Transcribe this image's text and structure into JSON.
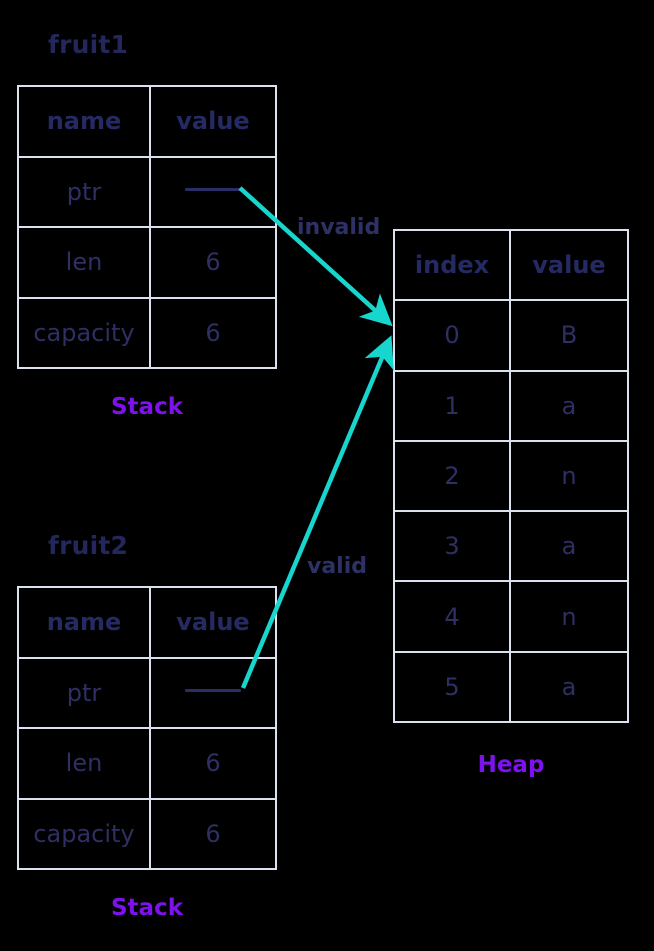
{
  "colors": {
    "background": "#000000",
    "table_border": "#dbe1ef",
    "text_navy": "#2e2f62",
    "title_navy": "#24275c",
    "label_purple": "#7d12ee",
    "arrow_teal": "#17d6ce",
    "ptr_dash": "#2b2d66"
  },
  "stack_section": {
    "label": "Stack"
  },
  "heap_section": {
    "label": "Heap"
  },
  "fruit1": {
    "title": "fruit1",
    "headers": [
      "name",
      "value"
    ],
    "rows": [
      {
        "name": "ptr",
        "value": ""
      },
      {
        "name": "len",
        "value": "6"
      },
      {
        "name": "capacity",
        "value": "6"
      }
    ],
    "section_label": "Stack"
  },
  "fruit2": {
    "title": "fruit2",
    "headers": [
      "name",
      "value"
    ],
    "rows": [
      {
        "name": "ptr",
        "value": ""
      },
      {
        "name": "len",
        "value": "6"
      },
      {
        "name": "capacity",
        "value": "6"
      }
    ],
    "section_label": "Stack"
  },
  "heap": {
    "headers": [
      "index",
      "value"
    ],
    "rows": [
      {
        "index": "0",
        "value": "B"
      },
      {
        "index": "1",
        "value": "a"
      },
      {
        "index": "2",
        "value": "n"
      },
      {
        "index": "3",
        "value": "a"
      },
      {
        "index": "4",
        "value": "n"
      },
      {
        "index": "5",
        "value": "a"
      }
    ],
    "section_label": "Heap"
  },
  "arrows": [
    {
      "id": "invalid",
      "label": "invalid",
      "from": "fruit1.ptr",
      "to": "heap.row0"
    },
    {
      "id": "valid",
      "label": "valid",
      "from": "fruit2.ptr",
      "to": "heap.row0"
    }
  ]
}
